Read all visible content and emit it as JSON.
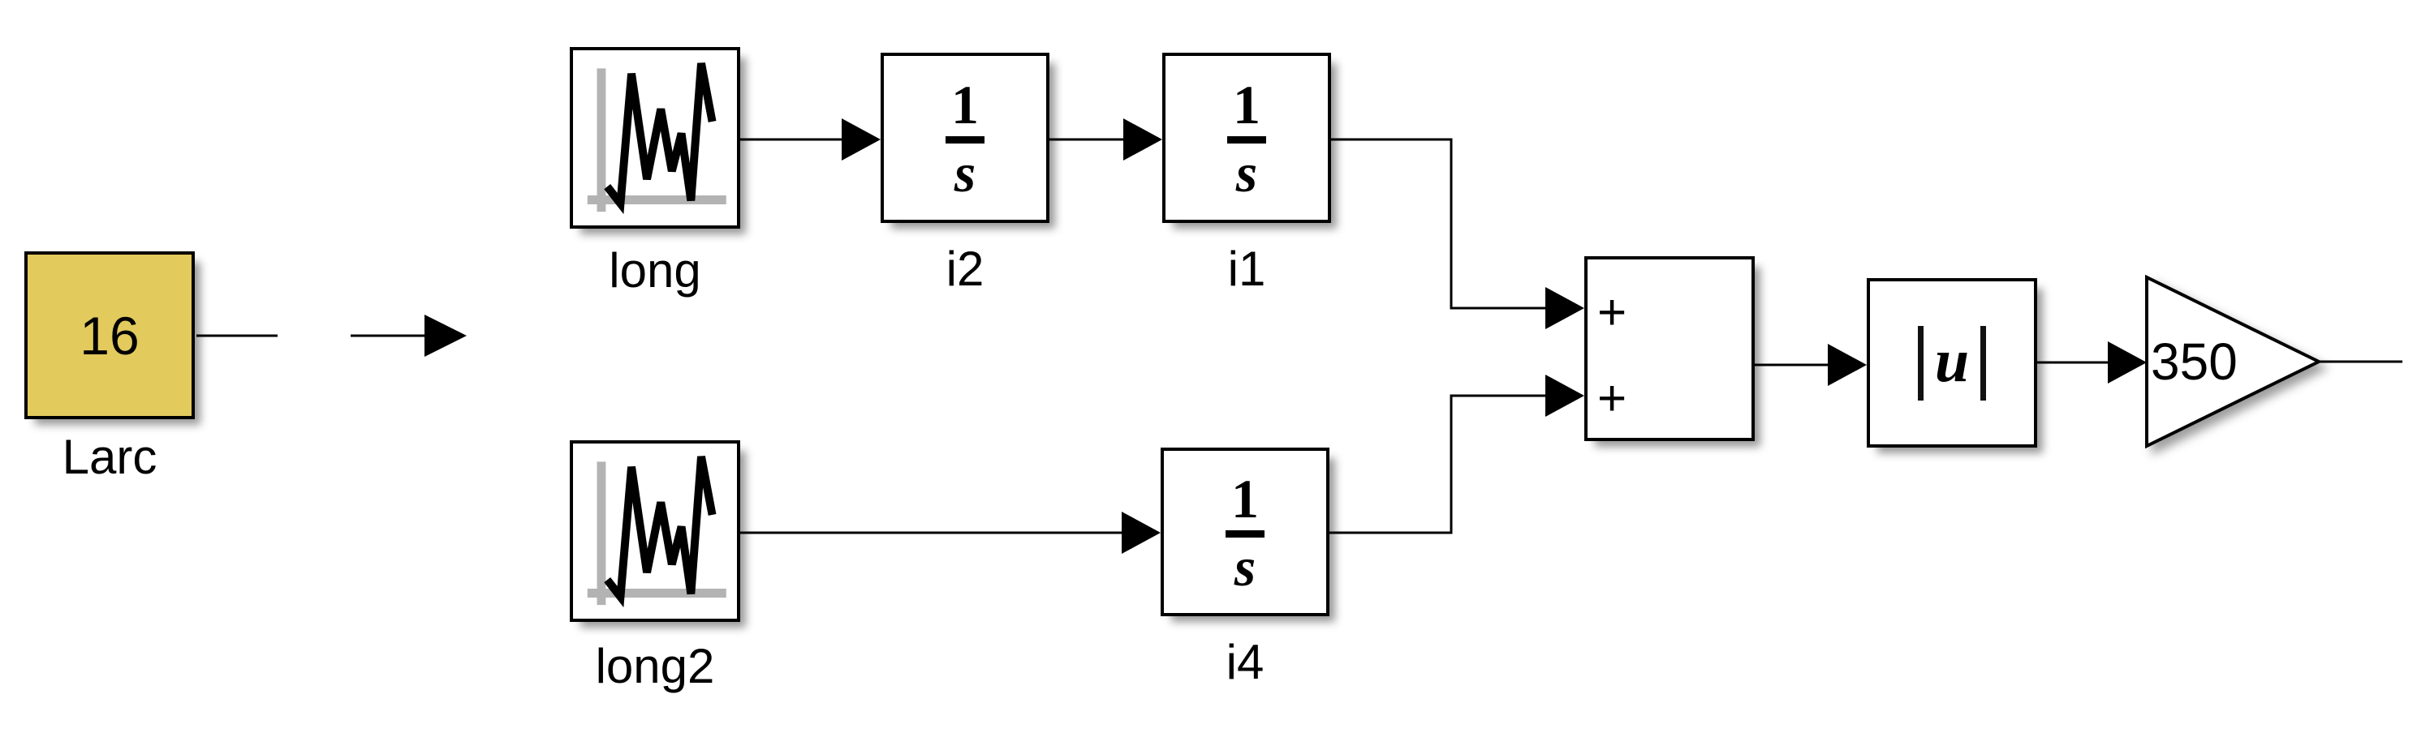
{
  "diagram": {
    "type": "simulink-block-diagram",
    "background_color": "#ffffff",
    "wire_color": "#000000",
    "blocks": {
      "larc": {
        "kind": "constant",
        "value": "16",
        "label": "Larc",
        "fill_color": "#e3ca5d"
      },
      "long": {
        "kind": "signal-source",
        "label": "long",
        "icon": "signal-waveform-icon",
        "axis_color": "#b3b3b3"
      },
      "i2": {
        "kind": "integrator",
        "num": "1",
        "den": "s",
        "label": "i2"
      },
      "i1": {
        "kind": "integrator",
        "num": "1",
        "den": "s",
        "label": "i1"
      },
      "long2": {
        "kind": "signal-source",
        "label": "long2",
        "icon": "signal-waveform-icon",
        "axis_color": "#b3b3b3"
      },
      "i4": {
        "kind": "integrator",
        "num": "1",
        "den": "s",
        "label": "i4"
      },
      "sum": {
        "kind": "sum",
        "inputs": [
          "+",
          "+"
        ]
      },
      "abs": {
        "kind": "abs",
        "value": "u"
      },
      "gain": {
        "kind": "gain",
        "value": "350",
        "icon": "gain-triangle-icon"
      }
    }
  }
}
